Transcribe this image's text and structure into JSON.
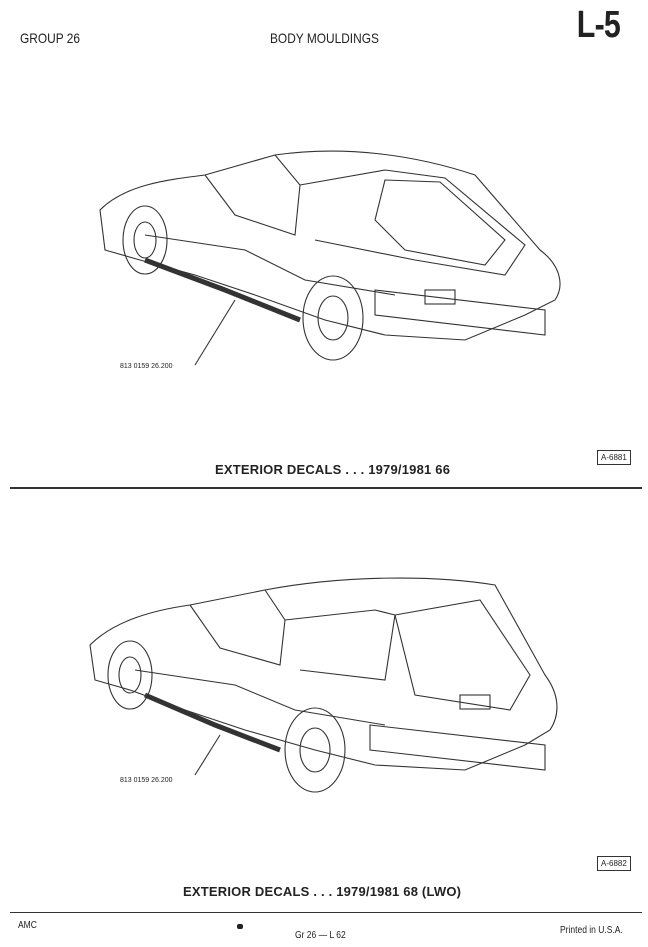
{
  "header": {
    "group": "GROUP 26",
    "title": "BODY MOULDINGS",
    "page_id": "L-5"
  },
  "figures": [
    {
      "part_label": "813 0159   26.200",
      "figure_id": "A-6881",
      "caption": "EXTERIOR DECALS . . . 1979/1981 66"
    },
    {
      "part_label": "813 0159   26.200",
      "figure_id": "A-6882",
      "caption": "EXTERIOR DECALS . . . 1979/1981 68 (LWO)"
    }
  ],
  "footer": {
    "brand": "AMC",
    "page_ref": "Gr 26  —  L 62",
    "printed": "Printed  in U.S.A."
  }
}
